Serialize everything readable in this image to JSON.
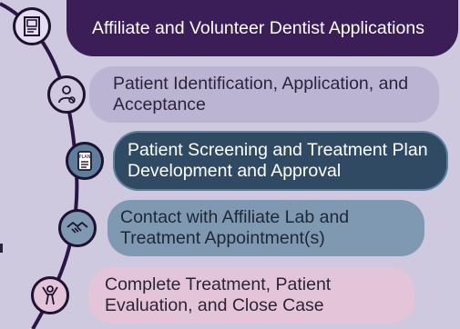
{
  "steps": [
    {
      "label": "Affiliate and Volunteer Dentist Applications",
      "icon": "application-form-icon",
      "bg": "#3b1d57",
      "fg": "#ffffff",
      "icon_bg": "#e4def0"
    },
    {
      "label": "Patient Identification, Application, and Acceptance",
      "icon": "patient-id-card-icon",
      "bg": "#bcb4d3",
      "fg": "#2b2438",
      "icon_bg": "#cfc9df"
    },
    {
      "label": "Patient Screening and Treatment Plan Development and Approval",
      "icon": "treatment-plan-clipboard-icon",
      "bg": "#314a64",
      "fg": "#ffffff",
      "icon_bg": "#5d7f9c"
    },
    {
      "label": "Contact with Affiliate Lab and Treatment Appointment(s)",
      "icon": "handshake-icon",
      "bg": "#7f99b3",
      "fg": "#1f2733",
      "icon_bg": "#7f99b3"
    },
    {
      "label": "Complete Treatment, Patient Evaluation, and Close Case",
      "icon": "person-celebrating-icon",
      "bg": "#e4c4d8",
      "fg": "#2b2438",
      "icon_bg": "#e4c4d8"
    }
  ],
  "colors": {
    "background": "#cfc9df",
    "timeline_line": "#2a1546"
  }
}
